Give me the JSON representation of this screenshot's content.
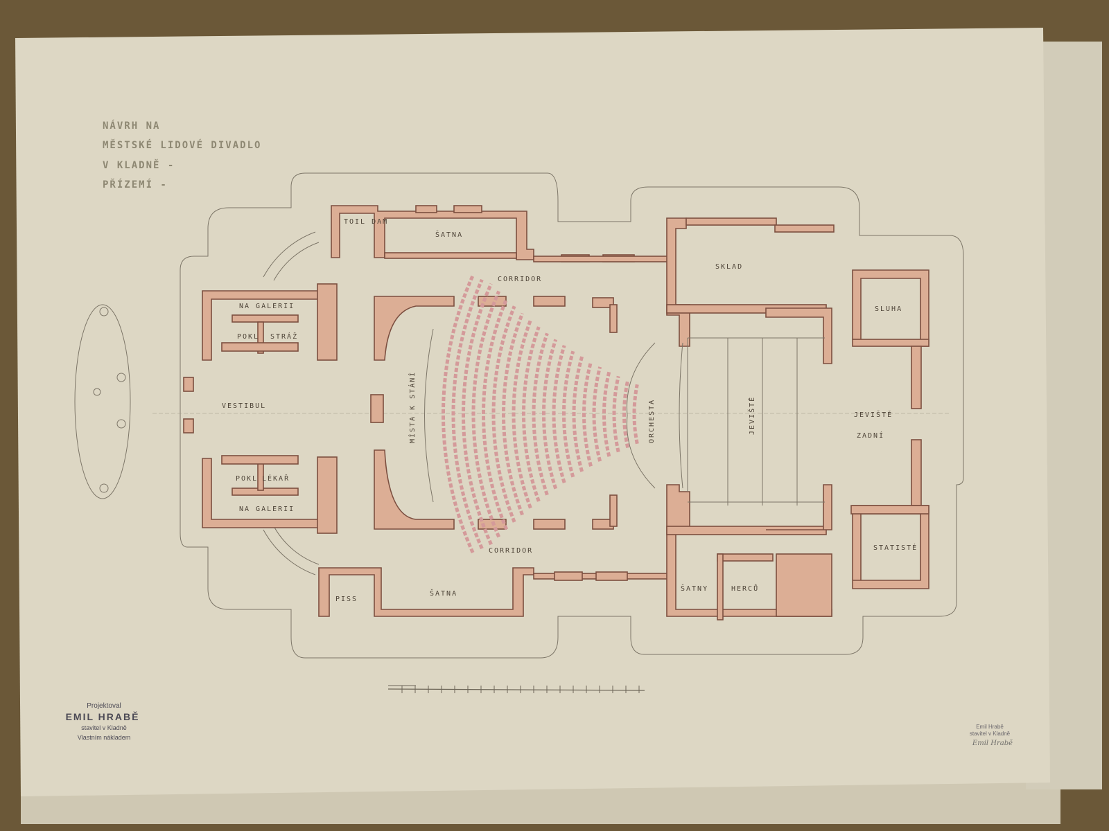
{
  "title": {
    "line1": "NÁVRH NA",
    "line2": "MĚSTSKÉ LIDOVÉ DIVADLO",
    "line3": "V KLADNĚ -",
    "line4": "PŘÍZEMÍ -"
  },
  "rooms": {
    "satna_top": "ŠATNA",
    "corridor_top": "CORRIDOR",
    "sklad": "SKLAD",
    "sluha": "SLUHA",
    "tov_dam": "TOIL DAM",
    "na_galerii_top": "NA GALERII",
    "pokl_top": "POKL",
    "straz": "STRÁŽ",
    "vestibul": "VESTIBUL",
    "pokl_bottom": "POKL",
    "lekar": "LÉKAŘ",
    "na_galerii_bottom": "NA GALERII",
    "mista_k_stani": "MÍSTA K STÁNÍ",
    "orchestra": "ORCHESTA",
    "jeviste": "JEVIŠTĚ",
    "jeviste_zadni_1": "JEVIŠTĚ",
    "jeviste_zadni_2": "ZADNÍ",
    "corridor_bottom": "CORRIDOR",
    "satna_bottom": "ŠATNA",
    "piss": "PISS",
    "satny": "ŠATNY",
    "hercu": "HERCŮ",
    "statiste": "STATISTÉ"
  },
  "stamp_left": {
    "line1": "Projektoval",
    "line2": "EMIL HRABĚ",
    "line3": "stavitel v Kladně",
    "line4": "Vlastním nákladem"
  },
  "stamp_right": {
    "line1": "Emil Hrabě",
    "line2": "stavitel v Kladně",
    "signature": "Emil Hrabě"
  },
  "colors": {
    "paper": "#ddd7c4",
    "wall": "#dcae95",
    "seat": "#d49a9a"
  }
}
